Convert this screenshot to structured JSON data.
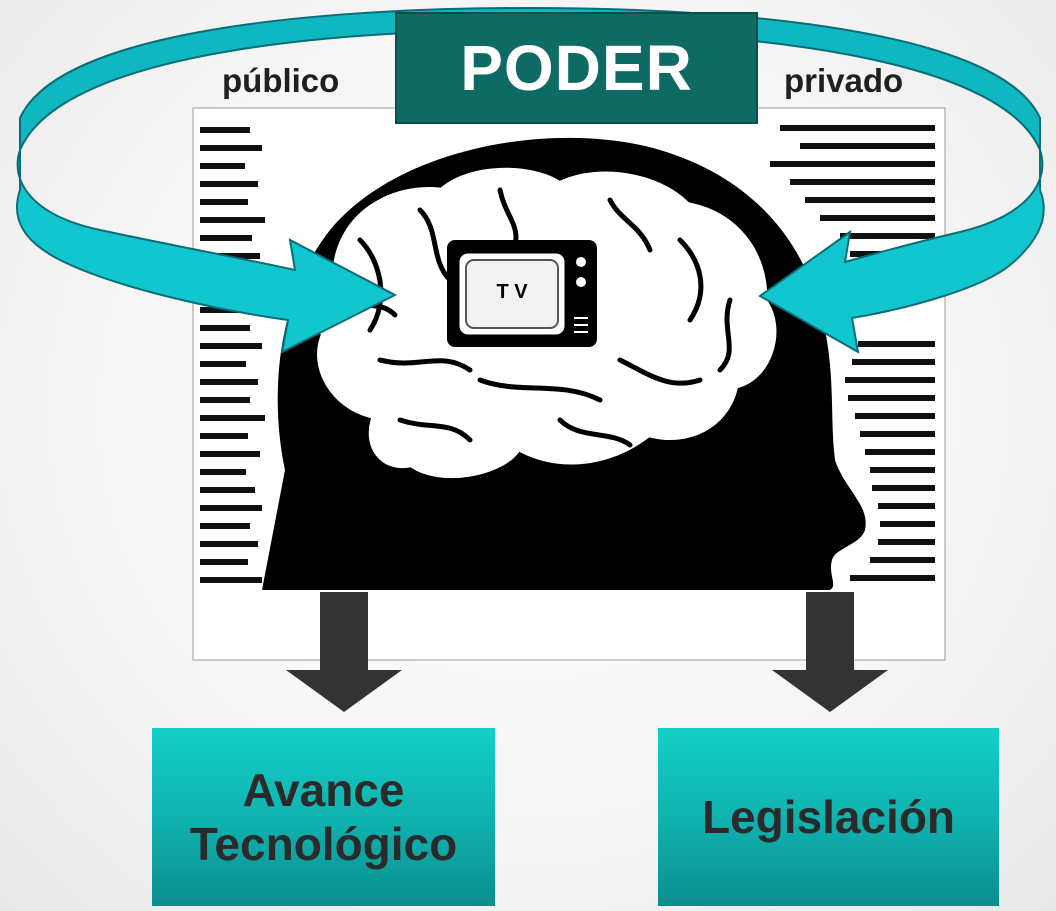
{
  "diagram": {
    "title": "PODER",
    "ring_left_label": "público",
    "ring_right_label": "privado",
    "tv_label": "T V",
    "outcome_left_line1": "Avance",
    "outcome_left_line2": "Tecnológico",
    "outcome_right": "Legislación"
  },
  "colors": {
    "title_box": "#0e6b63",
    "ring_arrow": "#12c6cf",
    "outcome_box_top": "#14cfc9",
    "outcome_box_bottom": "#0b8e8e",
    "down_arrow": "#333333"
  },
  "icons": {
    "head": "head-silhouette-icon",
    "brain": "brain-icon",
    "tv": "tv-icon"
  }
}
